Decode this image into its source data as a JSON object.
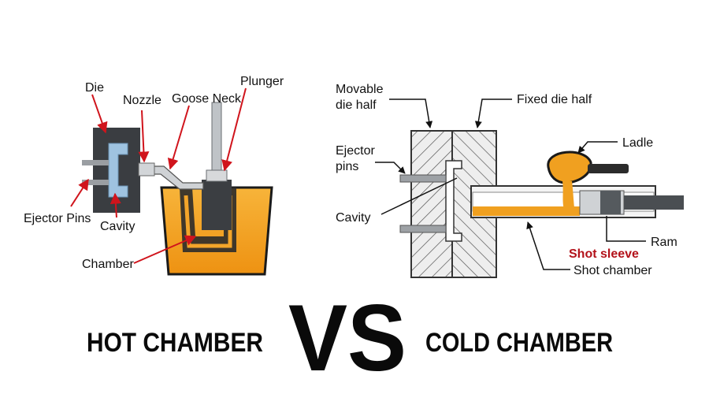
{
  "hot": {
    "labels": {
      "die": "Die",
      "nozzle": "Nozzle",
      "goose_neck": "Goose Neck",
      "plunger": "Plunger",
      "ejector_pins": "Ejector Pins",
      "cavity": "Cavity",
      "chamber": "Chamber"
    },
    "title": "HOT CHAMBER"
  },
  "cold": {
    "labels": {
      "movable_die_half_line1": "Movable",
      "movable_die_half_line2": "die half",
      "fixed_die_half": "Fixed die half",
      "ejector_pins_line1": "Ejector",
      "ejector_pins_line2": "pins",
      "ladle": "Ladle",
      "cavity": "Cavity",
      "ram": "Ram",
      "shot_sleeve": "Shot sleeve",
      "shot_chamber": "Shot chamber"
    },
    "title": "COLD CHAMBER"
  },
  "vs": "VS",
  "colors": {
    "molten_metal": "#f0a020",
    "arrow_red": "#d0141c",
    "die_dark": "#3a3d41",
    "cavity_blue": "#9fc3e0",
    "label_red": "#b3121a"
  }
}
